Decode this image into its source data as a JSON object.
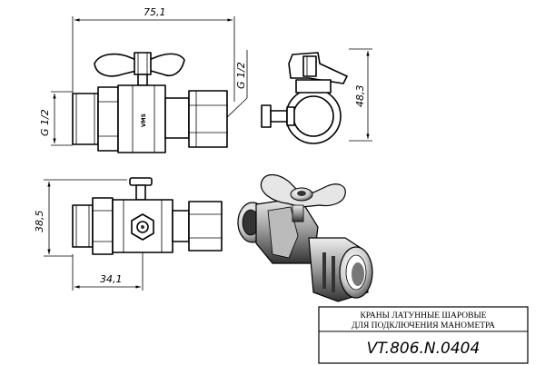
{
  "dimensions": {
    "overall_length": "75,1",
    "thread_side": "G 1/2",
    "thread_left": "G 1/2",
    "height_side_view": "48,3",
    "height_plan": "38,5",
    "offset_plan": "34,1"
  },
  "body_marking": "VMS",
  "title_block": {
    "line1": "КРАНЫ ЛАТУННЫЕ ШАРОВЫЕ",
    "line2": "ДЛЯ ПОДКЛЮЧЕНИЯ МАНОМЕТРА",
    "code": "VT.806.N.0404"
  }
}
